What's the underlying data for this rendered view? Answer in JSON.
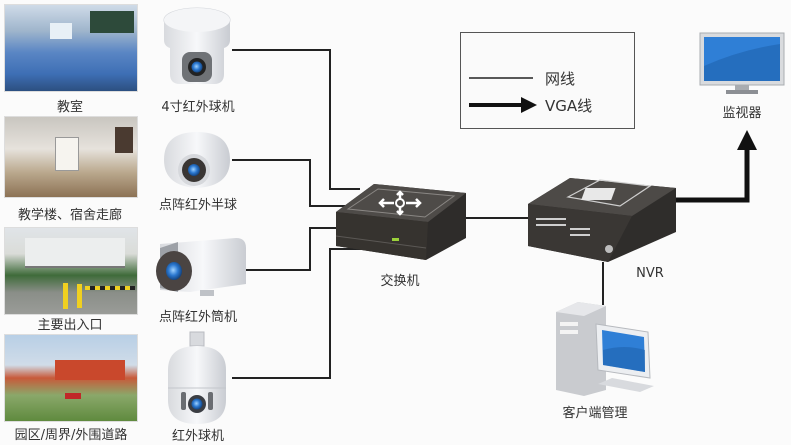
{
  "locations": [
    {
      "label": "教室"
    },
    {
      "label": "教学楼、宿舍走廊"
    },
    {
      "label": "主要出入口"
    },
    {
      "label": "园区/周界/外围道路"
    }
  ],
  "cameras": [
    {
      "label": "4寸红外球机"
    },
    {
      "label": "点阵红外半球"
    },
    {
      "label": "点阵红外筒机"
    },
    {
      "label": "红外球机"
    }
  ],
  "devices": {
    "switch": {
      "label": "交换机"
    },
    "nvr": {
      "label": "NVR"
    },
    "monitor": {
      "label": "监视器"
    },
    "client": {
      "label": "客户端管理"
    }
  },
  "legend": {
    "network_cable": "网线",
    "vga_cable": "VGA线"
  },
  "colors": {
    "line": "#222222",
    "screen_blue": "#2f7fd6",
    "device_dark": "#3c3a38"
  }
}
